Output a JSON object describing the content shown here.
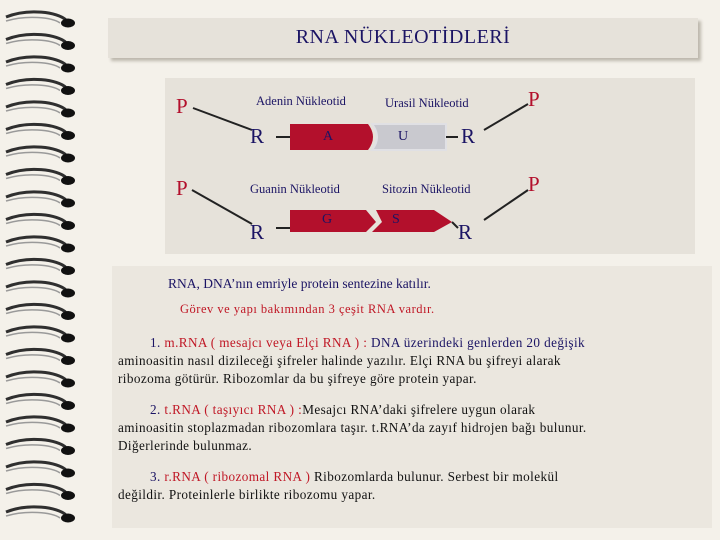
{
  "title": "RNA NÜKLEOTİDLERİ",
  "diagram": {
    "p": "P",
    "r": "R",
    "adenine_label": "Adenin Nükleotid",
    "uracil_label": "Urasil Nükleotid",
    "guanine_label": "Guanin Nükleotid",
    "cytosine_label": "Sitozin Nükleotid",
    "a": "A",
    "u": "U",
    "g": "G",
    "s": "S"
  },
  "intro": "RNA, DNA’nın emriyle protein sentezine katılır.",
  "types_line": "Görev ve yapı bakımından 3 çeşit RNA vardır.",
  "mrna": {
    "num": "1.",
    "name": "m.RNA",
    "paren": "( mesajcı veya Elçi RNA ) :",
    "head": "DNA üzerindeki genlerden 20 değişik",
    "line2": "aminoasitin nasıl dizileceği şifreler halinde yazılır. Elçi RNA bu şifreyi alarak",
    "line3": "ribozoma götürür. Ribozomlar da bu şifreye göre protein yapar."
  },
  "trna": {
    "num": "2.",
    "name": "t.RNA",
    "paren": "( taşıyıcı RNA ) :",
    "head": "Mesajcı RNA’daki şifrelere uygun olarak",
    "line2": "aminoasitin stoplazmadan ribozomlara taşır. t.RNA’da zayıf hidrojen bağı bulunur.",
    "line3": "Diğerlerinde bulunmaz."
  },
  "rrna": {
    "num": "3.",
    "name": "r.RNA",
    "paren": "( ribozomal RNA )",
    "head": "Ribozomlarda bulunur. Serbest bir molekül",
    "line2": "değildir. Proteinlerle birlikte ribozomu yapar."
  },
  "colors": {
    "title": "#1b1464",
    "accent_red": "#c01826",
    "background": "#f4f1ea"
  }
}
